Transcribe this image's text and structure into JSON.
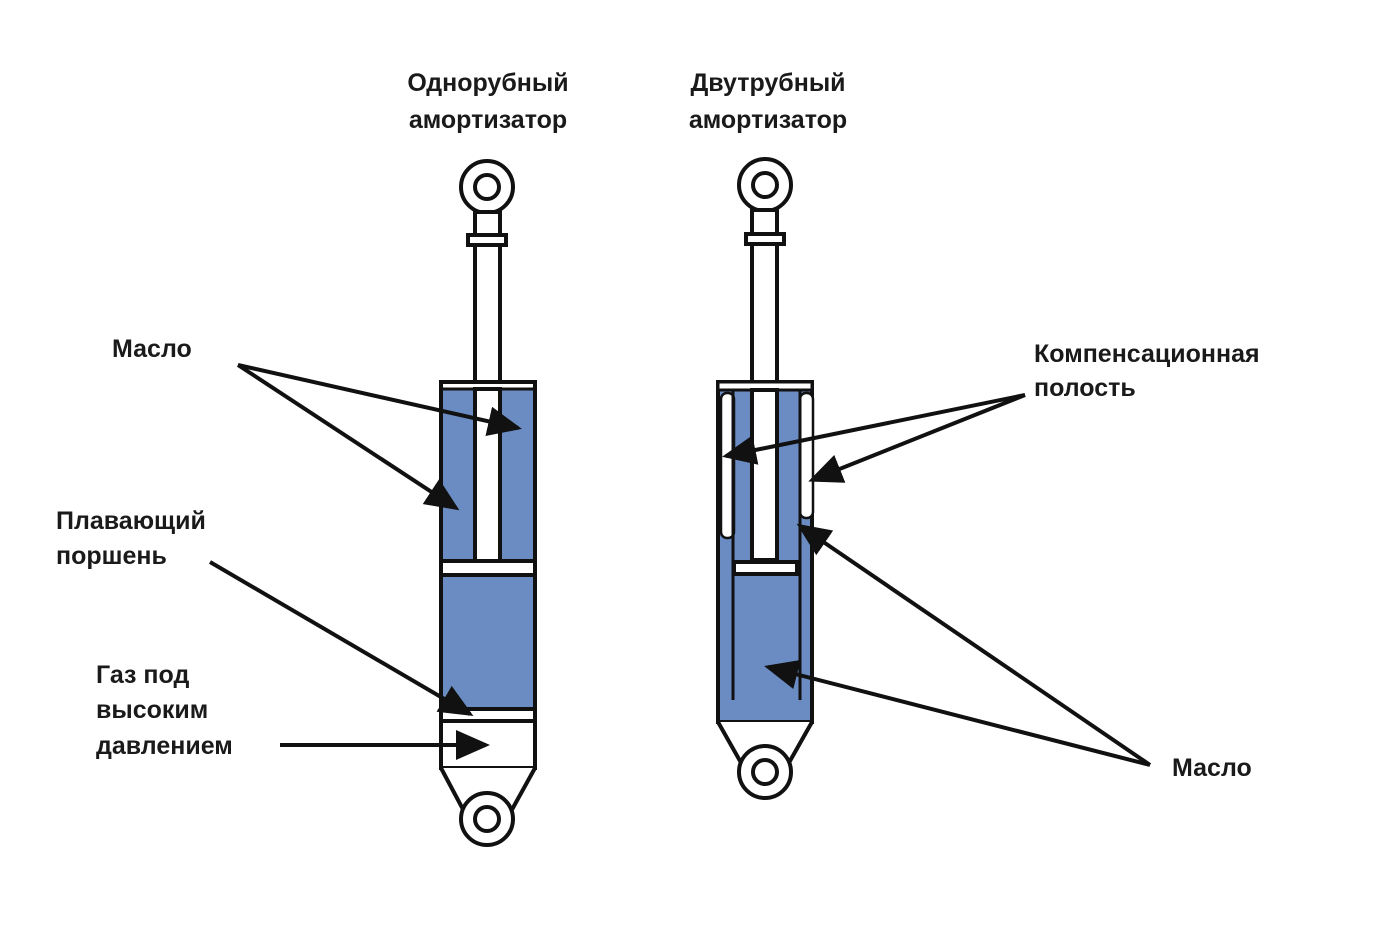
{
  "titles": {
    "mono_line1": "Однорубный",
    "mono_line2": "амортизатор",
    "twin_line1": "Двутрубный",
    "twin_line2": "амортизатор"
  },
  "labels": {
    "oil_left": "Масло",
    "floating_piston_line1": "Плавающий",
    "floating_piston_line2": "поршень",
    "gas_line1": "Газ под",
    "gas_line2": "высоким",
    "gas_line3": "давлением",
    "compensation_line1": "Компенсационная",
    "compensation_line2": "полость",
    "oil_right": "Масло"
  },
  "colors": {
    "oil_fill": "#6a8cc2",
    "outline": "#111111",
    "background": "#ffffff"
  }
}
